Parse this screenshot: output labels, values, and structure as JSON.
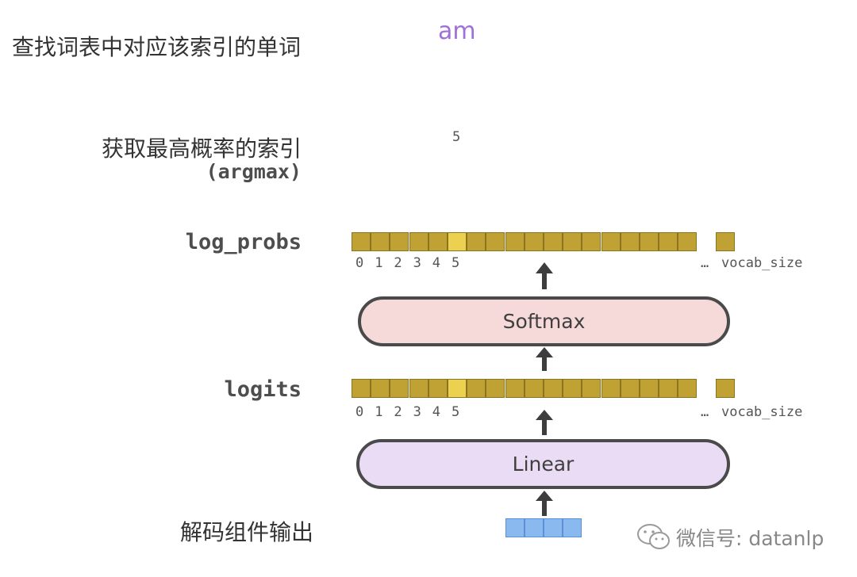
{
  "labels": {
    "lookup": "查找词表中对应该索引的单词",
    "argmax_cn": "获取最高概率的索引",
    "argmax_en": "(argmax)",
    "log_probs": "log_probs",
    "logits": "logits",
    "decoder_output": "解码组件输出"
  },
  "output_word": "am",
  "argmax_index": "5",
  "vector": {
    "tick_labels": [
      "0",
      "1",
      "2",
      "3",
      "4",
      "5"
    ],
    "ellipsis": "…",
    "end_label": "vocab_size",
    "highlight_index": 5
  },
  "layers": {
    "softmax": "Softmax",
    "linear": "Linear"
  },
  "watermark": {
    "text": "微信号: datanlp"
  },
  "colors": {
    "cell": "#bfa134",
    "cell_highlight": "#ecd04f",
    "softmax_fill": "#f6dada",
    "linear_fill": "#eadcf4",
    "decoder_cells": "#8ab9f0",
    "output_word": "#a070d8"
  }
}
